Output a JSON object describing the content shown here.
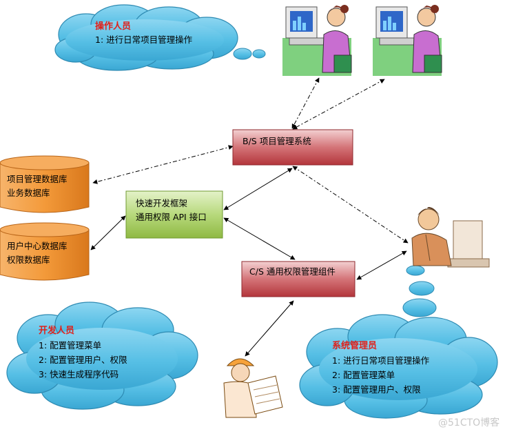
{
  "operator_cloud": {
    "title": "操作人员",
    "items": [
      "1: 进行日常项目管理操作"
    ]
  },
  "developer_cloud": {
    "title": "开发人员",
    "items": [
      "1: 配置管理菜单",
      "2: 配置管理用户、权限",
      "3: 快速生成程序代码"
    ]
  },
  "admin_cloud": {
    "title": "系统管理员",
    "items": [
      "1: 进行日常项目管理操作",
      "2: 配置管理菜单",
      "3: 配置管理用户、权限"
    ]
  },
  "bs_system": {
    "label": "B/S 项目管理系统"
  },
  "cs_component": {
    "label": "C/S 通用权限管理组件"
  },
  "framework": {
    "line1": "快速开发框架",
    "line2": "通用权限 API 接口"
  },
  "database_project": {
    "line1": "项目管理数据库",
    "line2": "业务数据库"
  },
  "database_user": {
    "line1": "用户中心数据库",
    "line2": "权限数据库"
  },
  "watermark": "@51CTO博客",
  "colors": {
    "cloud_fill": "#56bfe5",
    "cloud_stroke": "#2d8ab2",
    "system_box": "#c34a4f",
    "framework_box": "#9cc44f",
    "database": "#f0922e",
    "title_red": "#e0201a"
  }
}
